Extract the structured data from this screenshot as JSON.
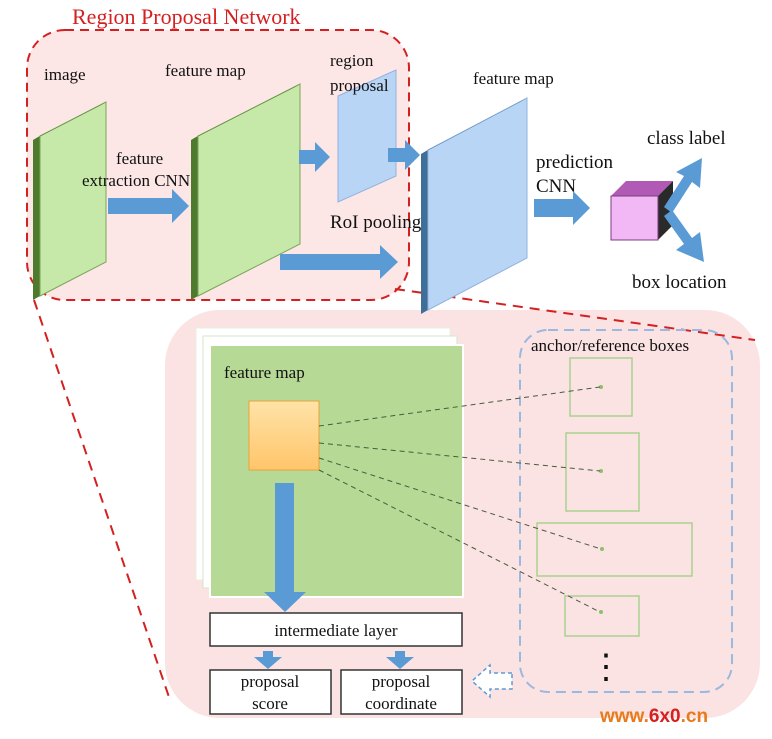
{
  "title": "Region Proposal Network",
  "labels": {
    "image": "image",
    "feature_map_1": "feature map",
    "feature_extraction_line1": "feature",
    "feature_extraction_line2": "extraction CNN",
    "region_proposal_line1": "region",
    "region_proposal_line2": "proposal",
    "roi_pooling": "RoI pooling",
    "feature_map_2": "feature map",
    "prediction_line1": "prediction",
    "prediction_line2": "CNN",
    "class_label": "class label",
    "box_location": "box location",
    "feature_map_3": "feature map",
    "anchor_boxes": "anchor/reference boxes",
    "intermediate_layer": "intermediate layer",
    "proposal_score_line1": "proposal",
    "proposal_score_line2": "score",
    "proposal_coordinate_line1": "proposal",
    "proposal_coordinate_line2": "coordinate",
    "ellipsis": "⋮"
  },
  "watermark": {
    "prefix": "www.",
    "mid": "6x0",
    "suffix": ".cn"
  },
  "colors": {
    "title_red": "#d42020",
    "green_panel": "#c6e8a8",
    "green_edge": "#4e7a2e",
    "blue_panel": "#b9d5f5",
    "blue_edge": "#3f6e99",
    "arrow_blue": "#5b9bd5",
    "pink_bg": "#fbe3e3",
    "anchor_green": "#a9d18e",
    "dashed_blue": "#9ab8e0"
  }
}
